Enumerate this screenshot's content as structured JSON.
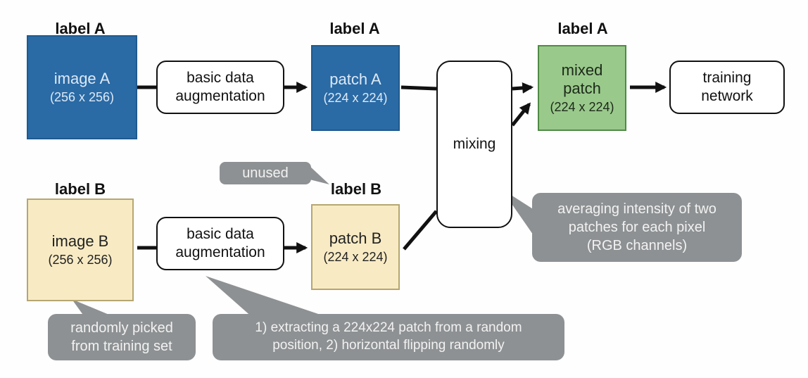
{
  "labels": {
    "image_a": "label A",
    "patch_a": "label A",
    "mixed": "label A",
    "image_b": "label B",
    "patch_b": "label B"
  },
  "image_a": {
    "name": "image A",
    "size": "(256 x 256)"
  },
  "image_b": {
    "name": "image B",
    "size": "(256 x 256)"
  },
  "aug_a": {
    "line1": "basic data",
    "line2": "augmentation"
  },
  "aug_b": {
    "line1": "basic data",
    "line2": "augmentation"
  },
  "patch_a": {
    "name": "patch A",
    "size": "(224 x 224)"
  },
  "patch_b": {
    "name": "patch B",
    "size": "(224 x 224)"
  },
  "mixing": "mixing",
  "mixed_patch": {
    "line1": "mixed",
    "line2": "patch",
    "size": "(224 x 224)"
  },
  "training": {
    "line1": "training",
    "line2": "network"
  },
  "callouts": {
    "unused": "unused",
    "averaging": {
      "line1": "averaging intensity of two",
      "line2": "patches for each pixel",
      "line3": "(RGB channels)"
    },
    "random_pick": {
      "line1": "randomly picked",
      "line2": "from training set"
    },
    "augmentation": {
      "line1": "1) extracting a 224x224 patch from a random",
      "line2": "position, 2) horizontal flipping randomly"
    }
  },
  "colors": {
    "image_a_fill": "#2a6aa5",
    "image_b_fill": "#f8ebc4",
    "mixed_fill": "#9ac98c",
    "callout_fill": "#8e9193"
  }
}
